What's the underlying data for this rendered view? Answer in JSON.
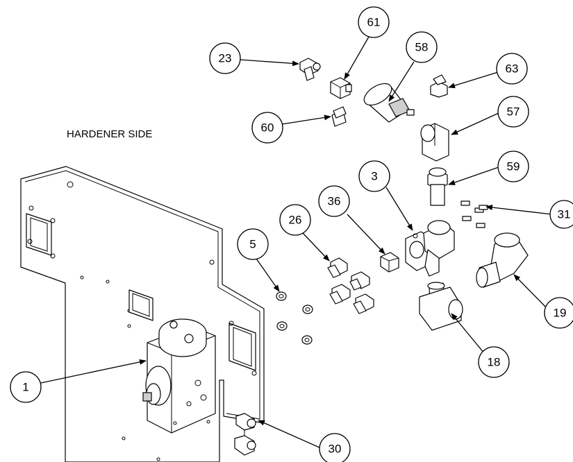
{
  "diagram": {
    "title": "HARDENER SIDE",
    "callouts": [
      {
        "id": "1",
        "label": "1"
      },
      {
        "id": "3",
        "label": "3"
      },
      {
        "id": "5",
        "label": "5"
      },
      {
        "id": "18",
        "label": "18"
      },
      {
        "id": "19",
        "label": "19"
      },
      {
        "id": "23",
        "label": "23"
      },
      {
        "id": "26",
        "label": "26"
      },
      {
        "id": "30",
        "label": "30"
      },
      {
        "id": "31",
        "label": "31"
      },
      {
        "id": "36",
        "label": "36"
      },
      {
        "id": "57",
        "label": "57"
      },
      {
        "id": "58",
        "label": "58"
      },
      {
        "id": "59",
        "label": "59"
      },
      {
        "id": "60",
        "label": "60"
      },
      {
        "id": "61",
        "label": "61"
      },
      {
        "id": "63",
        "label": "63"
      }
    ]
  }
}
